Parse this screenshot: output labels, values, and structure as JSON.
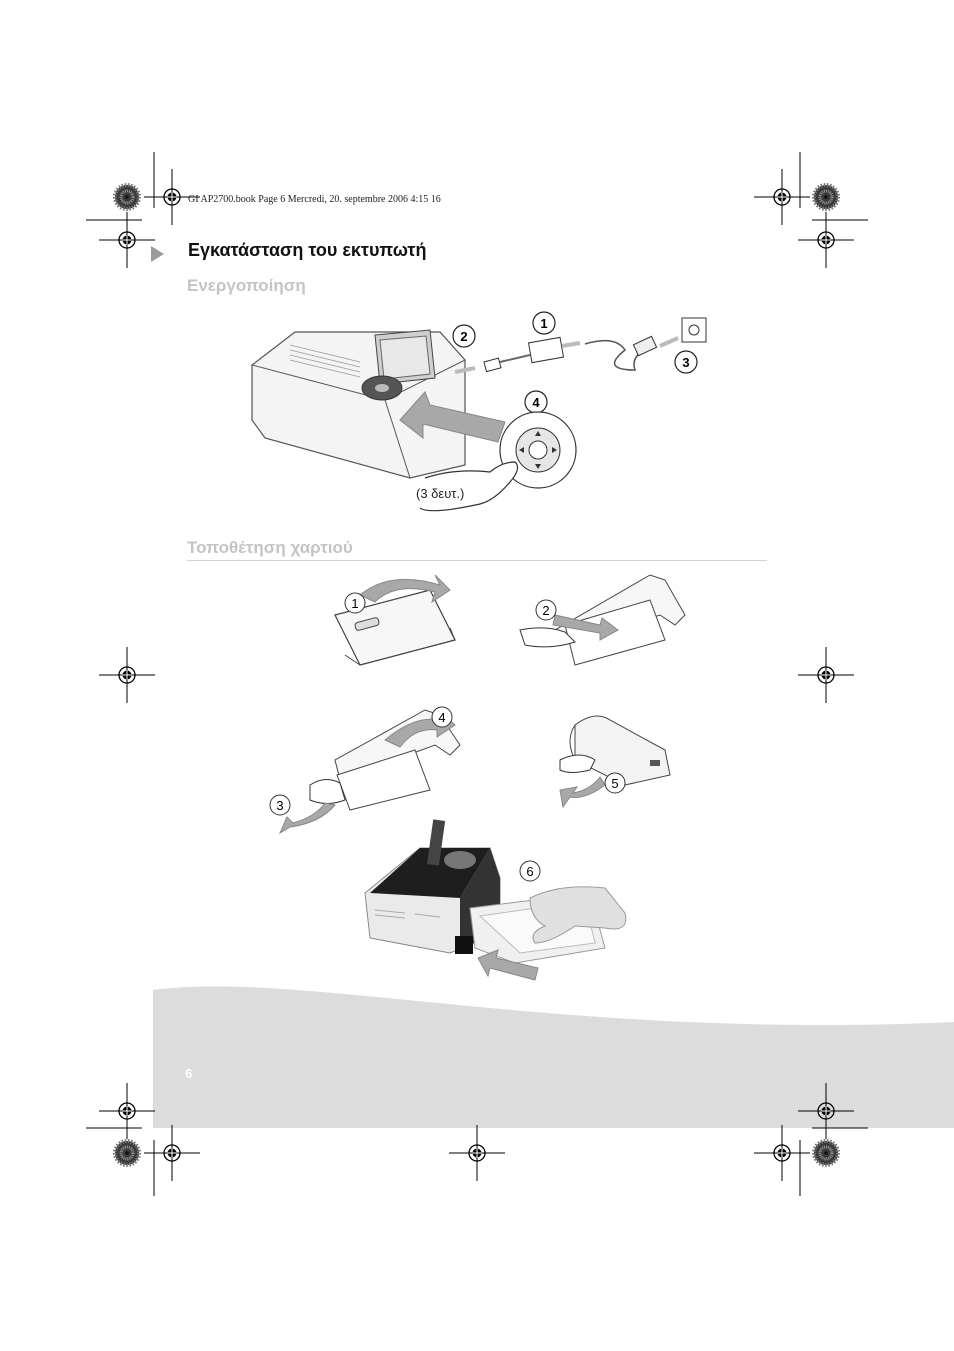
{
  "header": {
    "file_info": "GI AP2700.book  Page 6  Mercredi, 20. septembre 2006  4:15 16"
  },
  "page": {
    "title": "Εγκατάσταση του εκτυπωτή",
    "section_power": "Ενεργοποίηση",
    "section_paper": "Τοποθέτηση χαρτιού",
    "page_number": "6"
  },
  "power_figure": {
    "steps": [
      "1",
      "2",
      "3",
      "4"
    ],
    "hold_label": "(3 δευτ.)"
  },
  "paper_figure": {
    "steps": [
      "1",
      "2",
      "3",
      "4",
      "5",
      "6"
    ]
  },
  "colors": {
    "footer_band": "#dcdcdc",
    "subheading": "#c4c4c4",
    "arrow": "#a8a8a8"
  }
}
